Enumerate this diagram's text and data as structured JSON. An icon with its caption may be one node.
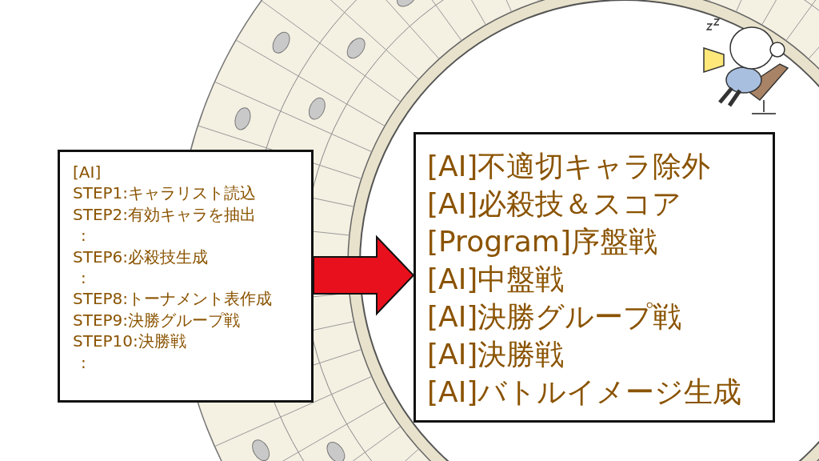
{
  "diagram": {
    "nodes": [
      {
        "text": [
          "[AI]",
          "STEP1:キャラリスト読込",
          "STEP2:有効キャラを抽出",
          ":",
          "STEP6:必殺技生成",
          ":",
          "STEP8:トーナメント表作成",
          "STEP9:決勝グループ戦",
          "STEP10:決勝戦",
          ":"
        ]
      },
      {
        "text": [
          "[AI]不適切キャラ除外",
          "[AI]必殺技＆スコア",
          "[Program]序盤戦",
          "[AI]中盤戦",
          "[AI]決勝グループ戦",
          "[AI]決勝戦",
          "[AI]バトルイメージ生成"
        ]
      }
    ],
    "edges": [
      {
        "from": 0,
        "to": 1,
        "arrow": "to"
      }
    ]
  }
}
